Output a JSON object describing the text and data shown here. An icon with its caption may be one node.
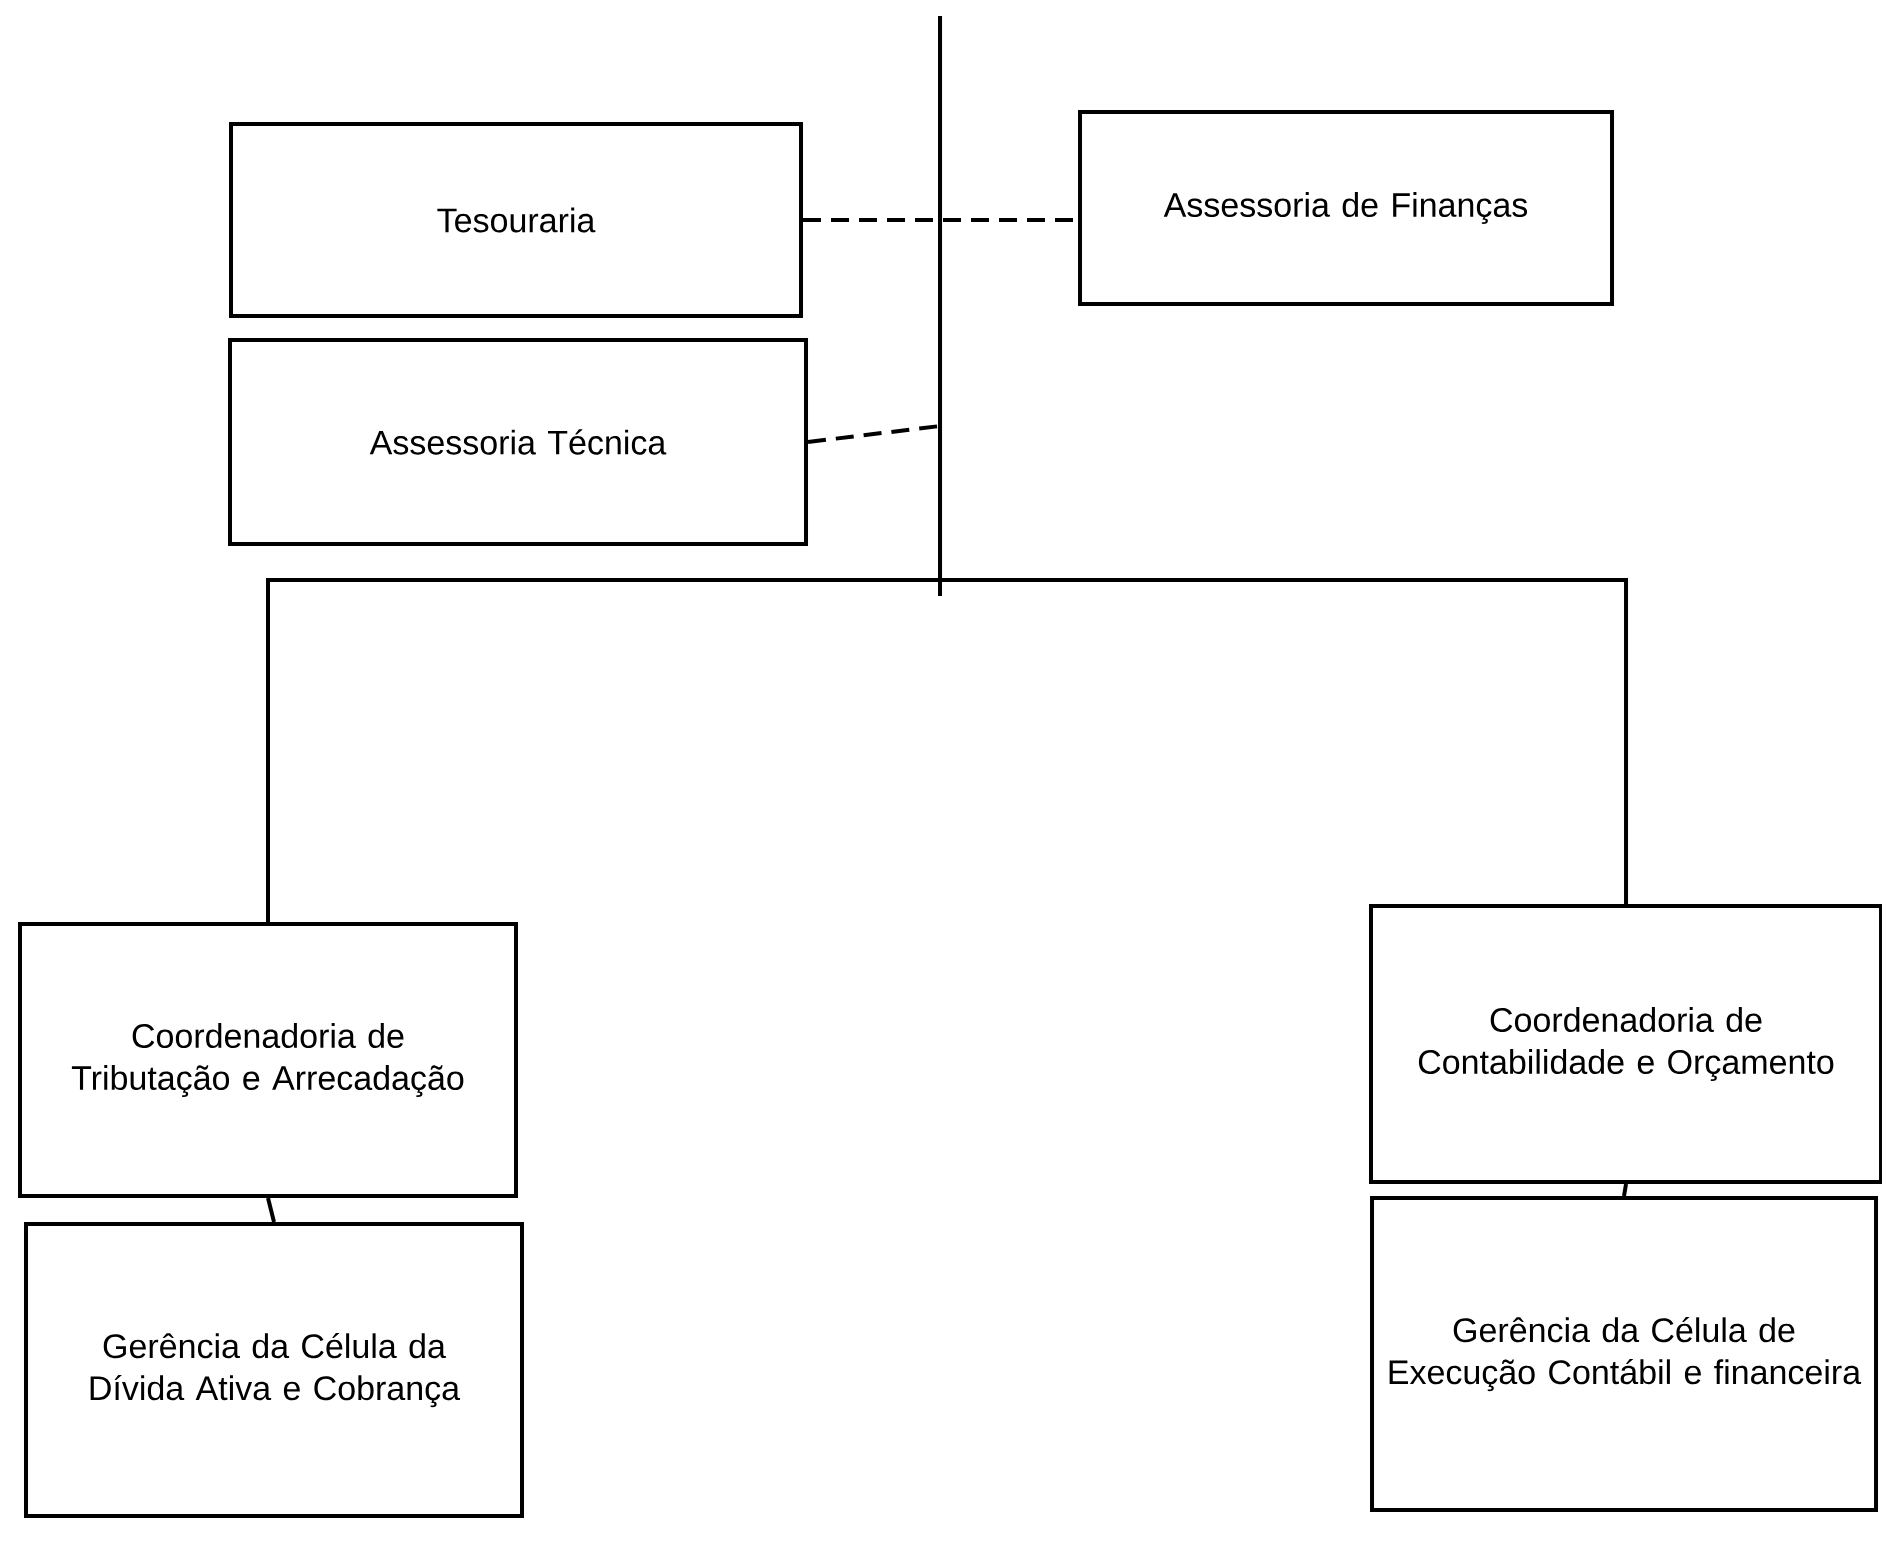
{
  "diagram": {
    "nodes": [
      {
        "text": [
          "Tesouraria"
        ]
      },
      {
        "text": [
          "Assessoria de Finanças"
        ]
      },
      {
        "text": [
          "Assessoria Técnica"
        ]
      },
      {
        "text": [
          "Coordenadoria de Tributação e Arrecadação"
        ]
      },
      {
        "text": [
          "Coordenadoria de Contabilidade e Orçamento"
        ]
      },
      {
        "text": [
          "Gerência da Célula da Dívida Ativa e Cobrança"
        ]
      },
      {
        "text": [
          "Gerência da Célula de Execução Contábil e financeira"
        ]
      }
    ],
    "edges": [
      {
        "from": 0,
        "to": 1,
        "arrow": "none",
        "style": "dashed"
      },
      {
        "from": 2,
        "to": null,
        "arrow": "none",
        "style": "dashed"
      },
      {
        "from": null,
        "to": 3,
        "arrow": "none"
      },
      {
        "from": null,
        "to": 4,
        "arrow": "none"
      },
      {
        "from": 3,
        "to": 5,
        "arrow": "none"
      },
      {
        "from": 4,
        "to": 6,
        "arrow": "none"
      }
    ]
  }
}
